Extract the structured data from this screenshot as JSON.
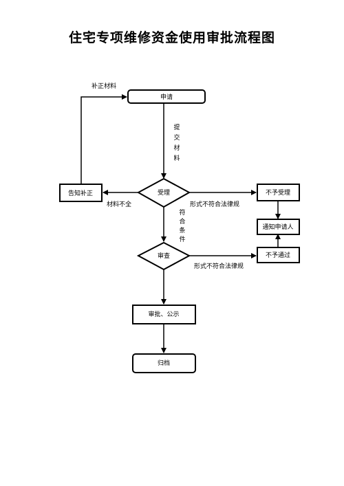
{
  "title": "住宅专项维修资金使用审批流程图",
  "nodes": {
    "apply": "申请",
    "accept": "受理",
    "notify_supplement": "告知补正",
    "reject_accept": "不予受理",
    "notify_applicant": "通知申请人",
    "review": "审查",
    "reject_pass": "不予通过",
    "approve_publicize": "审批、公示",
    "archive": "归档"
  },
  "labels": {
    "supplement_materials": "补正材料",
    "submit_materials": "提交材料",
    "materials_incomplete": "材料不全",
    "form_noncompliant_1": "形式不符合法律规",
    "meets_conditions": "符合条件",
    "form_noncompliant_2": "形式不符合法律规"
  }
}
